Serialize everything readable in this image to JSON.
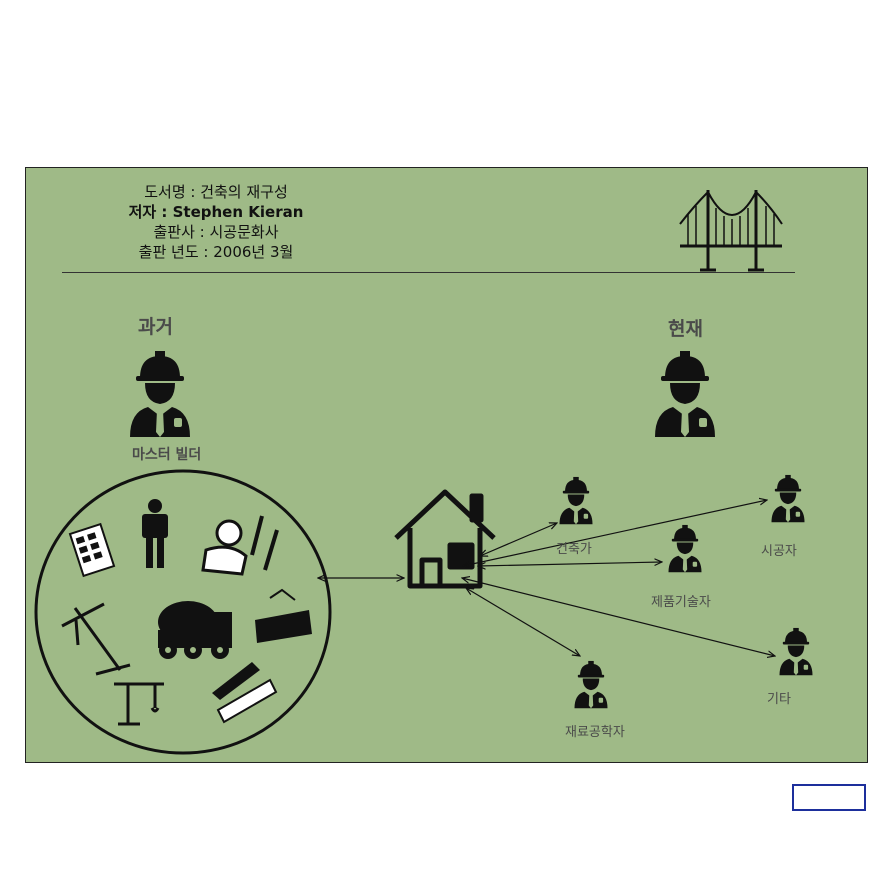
{
  "book_info": {
    "title_line": "도서명 : 건축의 재구성",
    "author_line": "저자 : Stephen Kieran",
    "publisher_line": "출판사 : 시공문화사",
    "year_line": "출판 년도 : 2006년 3월"
  },
  "headings": {
    "past": "과거",
    "present": "현재"
  },
  "roles": {
    "master_builder": "마스터 빌더",
    "architect": "건축가",
    "product_engineer": "제품기술자",
    "contractor": "시공자",
    "materials_scientist": "재료공학자",
    "others": "기타"
  },
  "icons": [
    "bridge-icon",
    "worker-icon",
    "house-icon",
    "blueprint-icon",
    "crane-icon",
    "cement-truck-icon",
    "tower-crane-icon",
    "ruler-pencil-icon",
    "tools-icon"
  ],
  "colors": {
    "background": "#9fba87",
    "ink": "#111111",
    "label": "#4a4a4a",
    "box_border": "#1d2f9c"
  }
}
